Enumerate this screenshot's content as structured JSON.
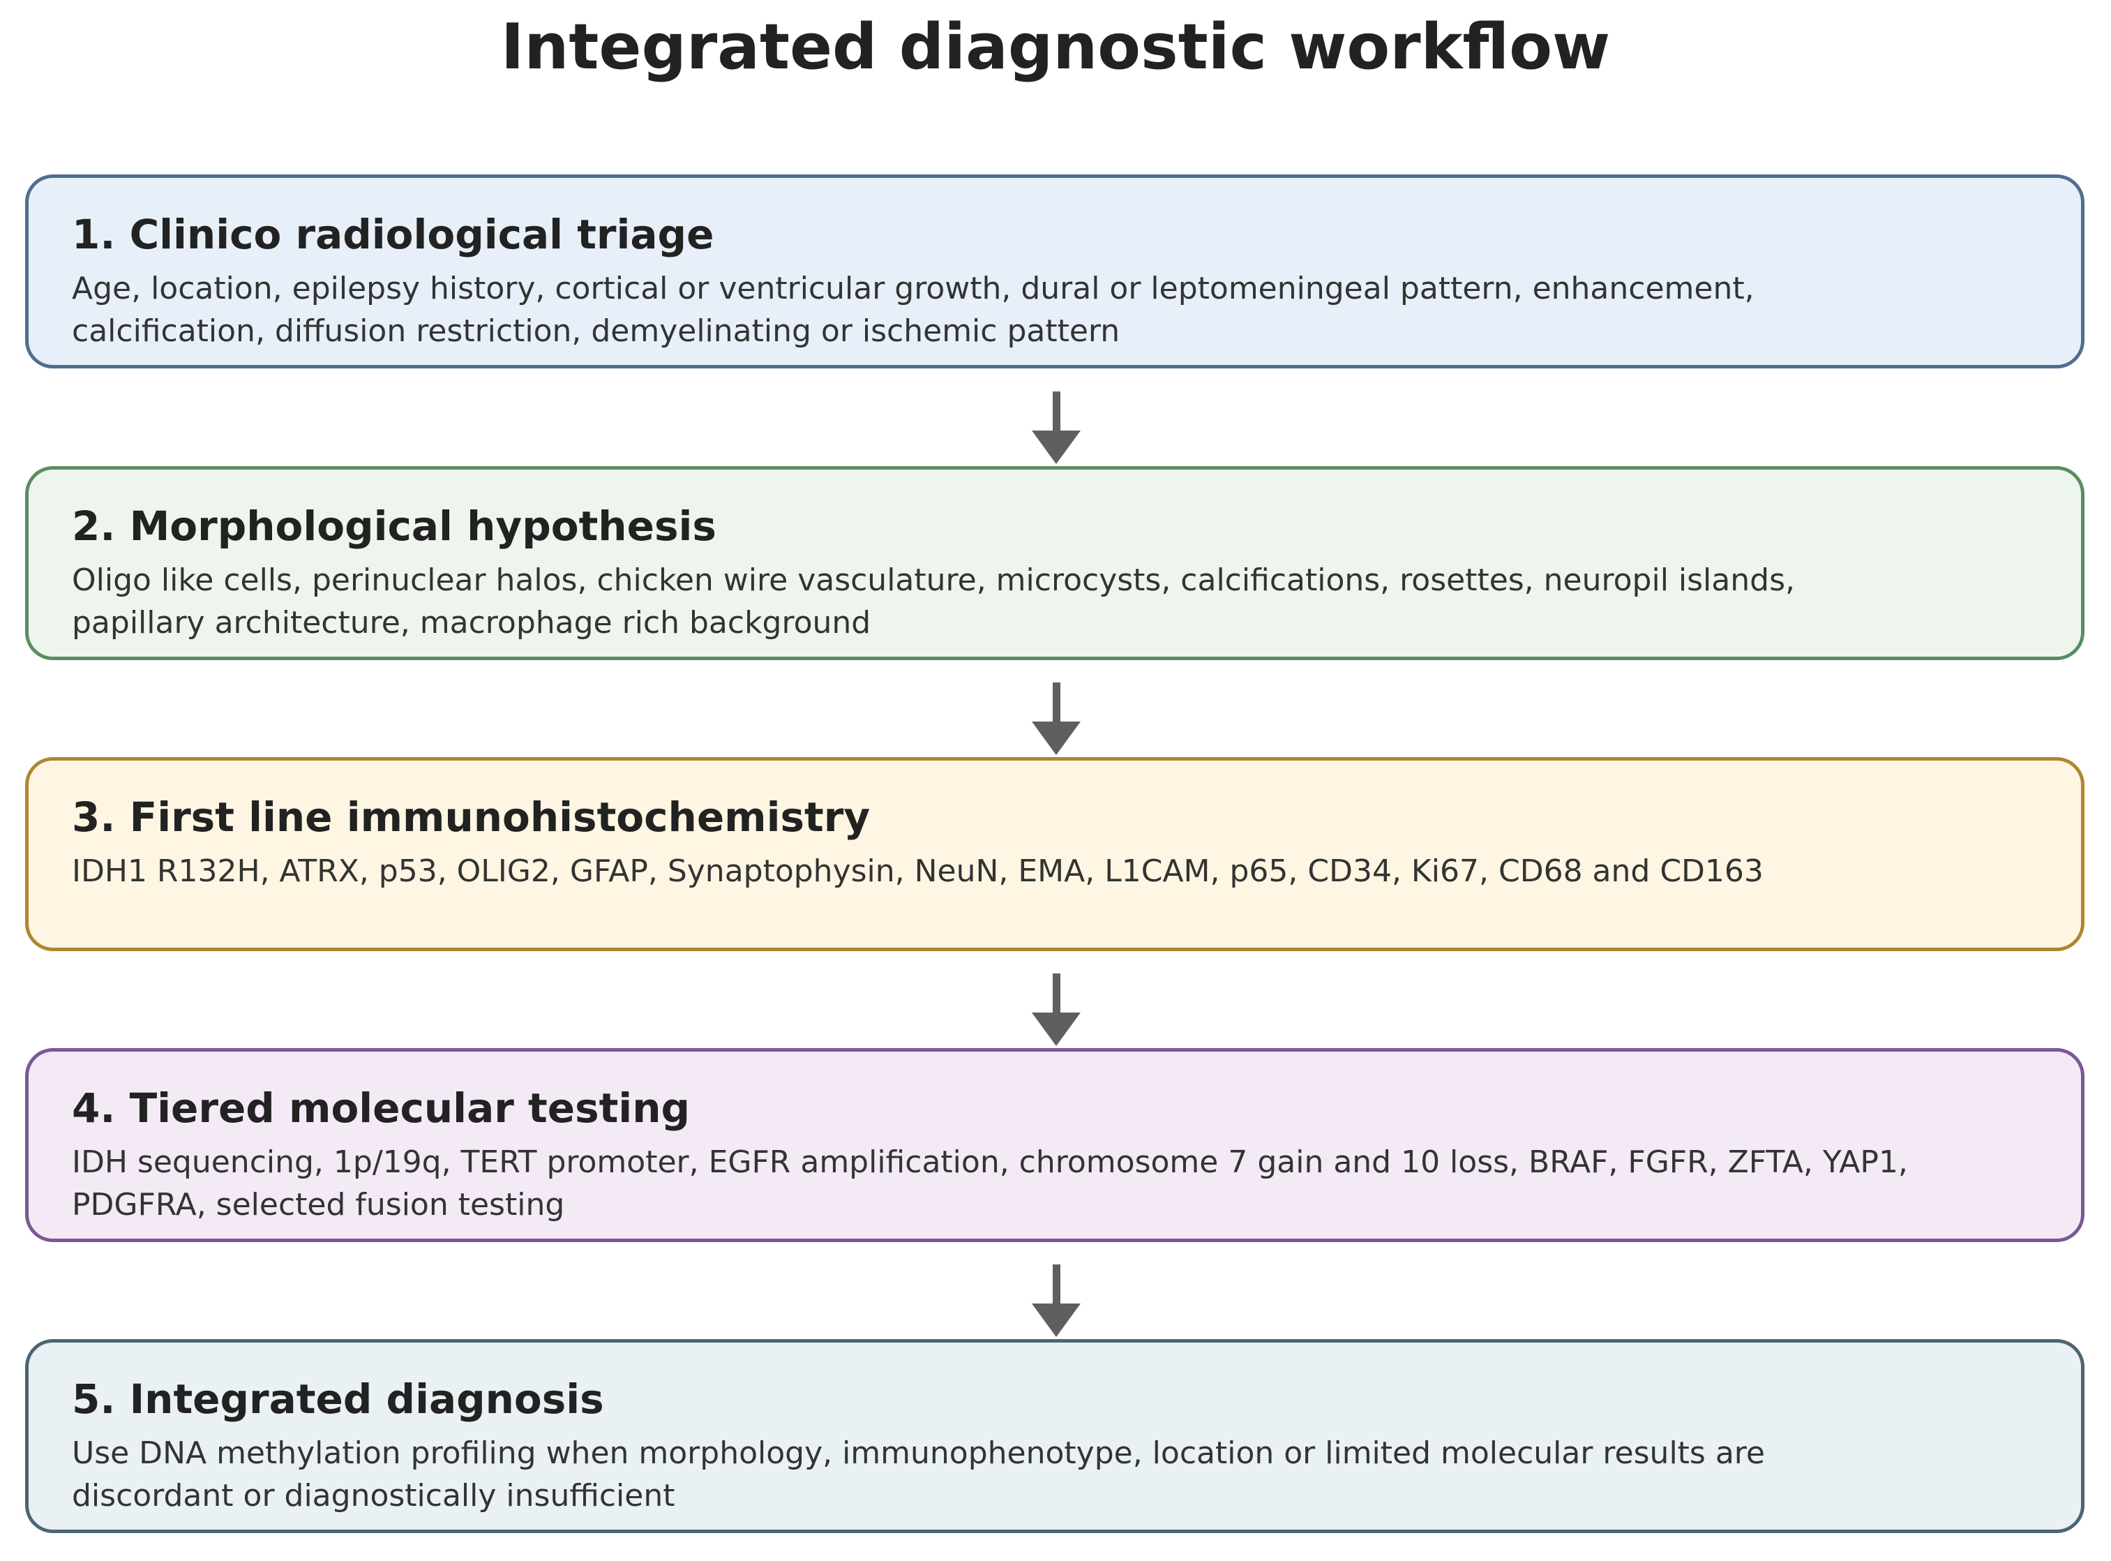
{
  "title": "Integrated diagnostic workflow",
  "steps": [
    {
      "heading": "1. Clinico radiological triage",
      "description": "Age, location, epilepsy history, cortical or ventricular growth, dural or leptomeningeal pattern, enhancement, calcification, diffusion restriction, demyelinating or ischemic pattern",
      "fill": "#e7eff8",
      "border": "#4f6e91"
    },
    {
      "heading": "2. Morphological hypothesis",
      "description": "Oligo like cells, perinuclear halos, chicken wire vasculature, microcysts, calcifications, rosettes, neuropil islands, papillary architecture, macrophage rich background",
      "fill": "#eef5ed",
      "border": "#5a8c60"
    },
    {
      "heading": "3. First line immunohistochemistry",
      "description": "IDH1 R132H, ATRX, p53, OLIG2, GFAP, Synaptophysin, NeuN, EMA, L1CAM, p65, CD34, Ki67, CD68 and CD163",
      "fill": "#fef6e2",
      "border": "#b08532"
    },
    {
      "heading": "4. Tiered molecular testing",
      "description": "IDH sequencing, 1p/19q, TERT promoter, EGFR amplification, chromosome 7 gain and 10 loss, BRAF, FGFR, ZFTA, YAP1, PDGFRA, selected fusion testing",
      "fill": "#f3eaf6",
      "border": "#7b5894"
    },
    {
      "heading": "5. Integrated diagnosis",
      "description": "Use DNA methylation profiling when morphology, immunophenotype, location or limited molecular results are discordant or diagnostically insufficient",
      "fill": "#eaf1f4",
      "border": "#4c6575"
    }
  ],
  "arrow_color": "#5f5f5f"
}
